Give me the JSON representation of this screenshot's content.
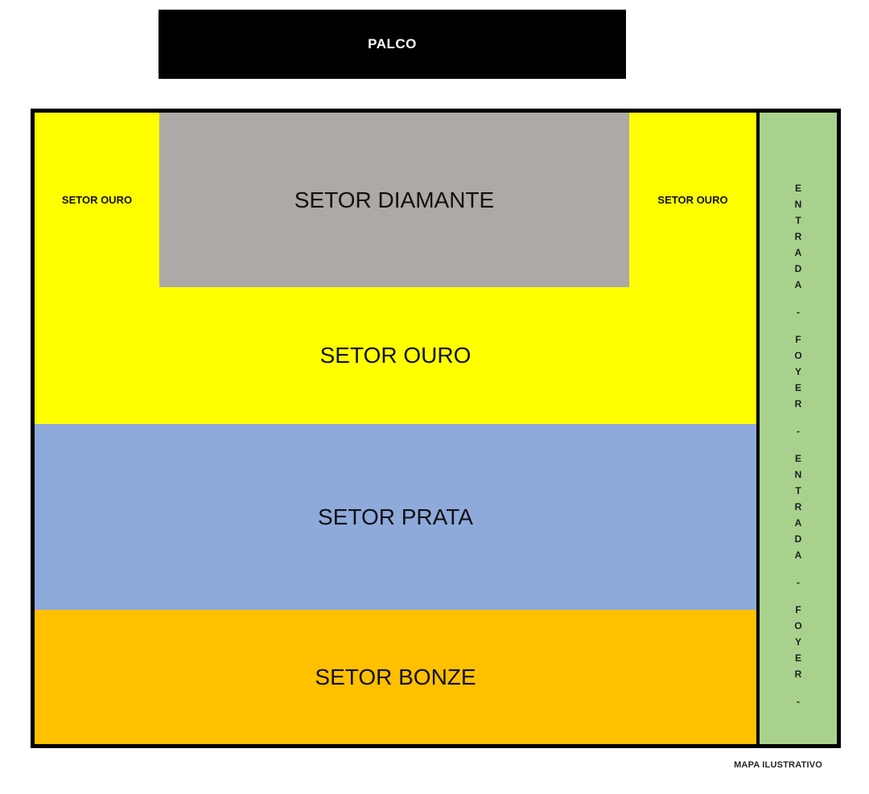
{
  "stage": {
    "label": "PALCO",
    "background": "#000000",
    "text_color": "#FFFFFF"
  },
  "sectors": {
    "diamante": {
      "label": "SETOR DIAMANTE",
      "color": "#ACA9A6",
      "text_color": "#111111"
    },
    "ouro_side_left": {
      "label": "SETOR OURO",
      "color": "#FFFF00"
    },
    "ouro_side_right": {
      "label": "SETOR OURO",
      "color": "#FFFF00"
    },
    "ouro": {
      "label": "SETOR OURO",
      "color": "#FFFF00",
      "text_color": "#111111"
    },
    "prata": {
      "label": "SETOR PRATA",
      "color": "#8EAADB",
      "text_color": "#111111"
    },
    "bonze": {
      "label": "SETOR BONZE",
      "color": "#FFC000",
      "text_color": "#111111"
    }
  },
  "entrance_strip": {
    "text": "ENTRADA - FOYER - ENTRADA - FOYER -",
    "chars": [
      "E",
      "N",
      "T",
      "R",
      "A",
      "D",
      "A",
      "-",
      "F",
      "O",
      "Y",
      "E",
      "R",
      "-",
      "E",
      "N",
      "T",
      "R",
      "A",
      "D",
      "A",
      "-",
      "F",
      "O",
      "Y",
      "E",
      "R",
      "-"
    ],
    "background": "#A9D18E",
    "text_color": "#1F1F1F"
  },
  "footer": {
    "note": "MAPA ILUSTRATIVO"
  }
}
